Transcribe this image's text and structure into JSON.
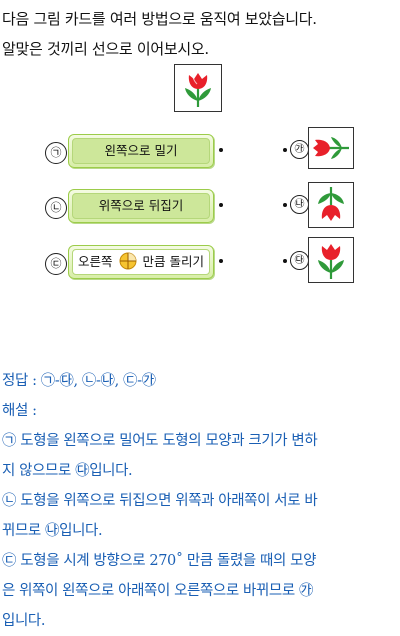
{
  "question": {
    "line1": "다음 그림 카드를 여러 방법으로 움직여 보았습니다.",
    "line2": "알맞은 것끼리 선으로 이어보시오."
  },
  "rows": [
    {
      "marker": "㉠",
      "label": "왼쪽으로 밀기",
      "right_marker": "㉮"
    },
    {
      "marker": "㉡",
      "label": "위쪽으로 뒤집기",
      "right_marker": "㉯"
    },
    {
      "marker": "㉢",
      "label_pre": "오른쪽",
      "label_post": "만큼 돌리기",
      "right_marker": "㉰"
    }
  ],
  "answer": {
    "line1": "정답 : ㉠-㉰, ㉡-㉯, ㉢-㉮",
    "line2": "해설 :",
    "line3": "㉠ 도형을 왼쪽으로 밀어도 도형의 모양과 크기가 변하",
    "line4": "지 않으므로 ㉰입니다.",
    "line5": "㉡ 도형을 위쪽으로 뒤집으면 위쪽과 아래쪽이 서로 바",
    "line6": "뀌므로 ㉯입니다.",
    "line7": "㉢ 도형을 시계 방향으로 270˚ 만큼 돌렸을 때의 모양",
    "line8": "은 위쪽이 왼쪽으로 아래쪽이 오른쪽으로 바뀌므로 ㉮",
    "line9": "입니다."
  },
  "colors": {
    "flower_red": "#e8202a",
    "leaf_green": "#2f9a3a",
    "button_green": "#cde79a",
    "answer_blue": "#1a5fb4"
  }
}
